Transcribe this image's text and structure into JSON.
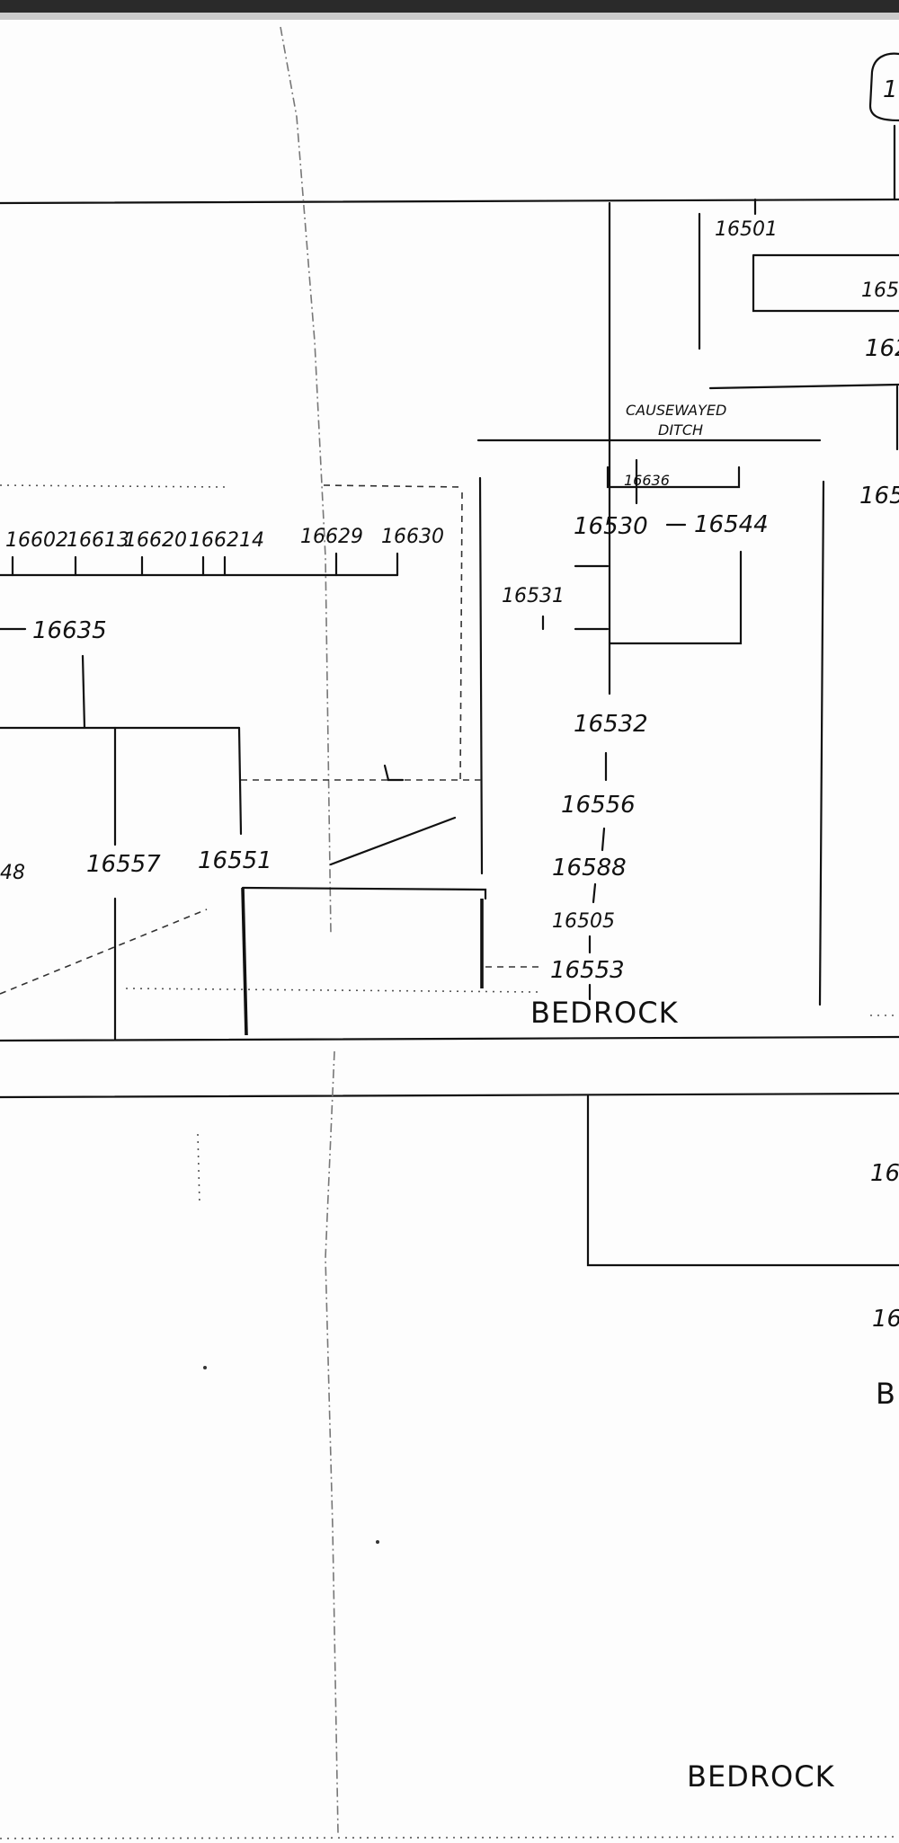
{
  "diagram": {
    "header_numbers": [
      "16602",
      "16613",
      "16620",
      "166214",
      "16629",
      "16630"
    ],
    "label_16635": "16635",
    "label_16501": "16501",
    "label_16502_partial": "1650",
    "label_162_partial": "162",
    "label_165_partial": "165",
    "causeway_line1": "CAUSEWAYED",
    "causeway_line2": "DITCH",
    "label_16636": "16636",
    "label_16530": "16530",
    "label_16544": "16544",
    "label_16531": "16531",
    "label_16532": "16532",
    "label_16556": "16556",
    "label_16588": "16588",
    "label_16505": "16505",
    "label_16553": "16553",
    "label_bedrock_mid": "BEDROCK",
    "label_1648_partial": "48",
    "label_16557": "16557",
    "label_16551": "16551",
    "label_lower_partial_1": "16",
    "label_lower_partial_2": "16",
    "label_lower_partial_b": "B",
    "label_bedrock_bottom": "BEDROCK",
    "label_top_right_partial": "1"
  }
}
